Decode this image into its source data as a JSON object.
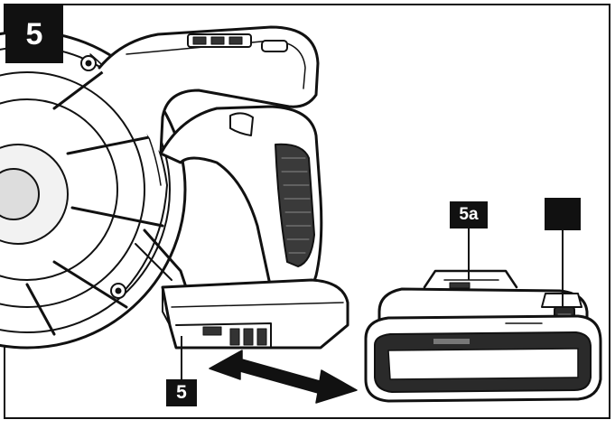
{
  "figure": {
    "number": "5"
  },
  "callouts": {
    "handle_base": "5",
    "battery_release": "5a",
    "battery_indicator": ""
  },
  "colors": {
    "line": "#111111",
    "paper": "#ffffff",
    "shade": "#e6e6e6",
    "dark": "#2a2a2a"
  },
  "icons": {
    "arrow": "double-arrow-icon"
  }
}
